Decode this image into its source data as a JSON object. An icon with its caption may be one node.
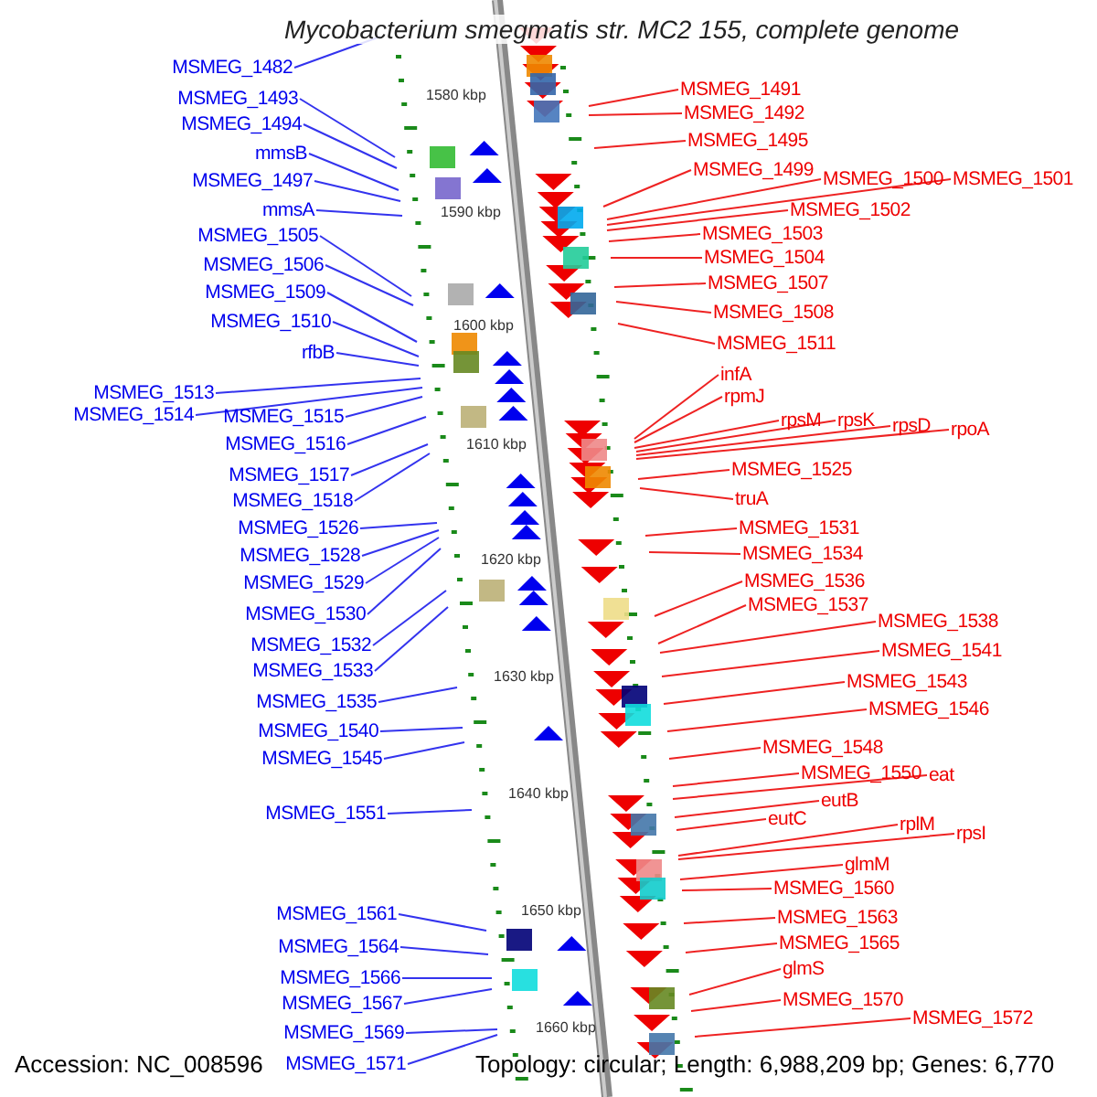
{
  "diagram": {
    "title": "Mycobacterium smegmatis str. MC2 155, complete genome",
    "nodes": [
      {
        "text": [
          "MSMEG_1482"
        ]
      },
      {
        "text": [
          "MSMEG_1493"
        ]
      },
      {
        "text": [
          "MSMEG_1494"
        ]
      },
      {
        "text": [
          "mmsB"
        ]
      },
      {
        "text": [
          "MSMEG_1497"
        ]
      },
      {
        "text": [
          "mmsA"
        ]
      },
      {
        "text": [
          "MSMEG_1505"
        ]
      },
      {
        "text": [
          "MSMEG_1506"
        ]
      },
      {
        "text": [
          "MSMEG_1509"
        ]
      },
      {
        "text": [
          "MSMEG_1510"
        ]
      },
      {
        "text": [
          "rfbB"
        ]
      },
      {
        "text": [
          "MSMEG_1513"
        ]
      },
      {
        "text": [
          "MSMEG_1514"
        ]
      },
      {
        "text": [
          "MSMEG_1515"
        ]
      },
      {
        "text": [
          "MSMEG_1516"
        ]
      },
      {
        "text": [
          "MSMEG_1517"
        ]
      },
      {
        "text": [
          "MSMEG_1518"
        ]
      },
      {
        "text": [
          "MSMEG_1526"
        ]
      },
      {
        "text": [
          "MSMEG_1528"
        ]
      },
      {
        "text": [
          "MSMEG_1529"
        ]
      },
      {
        "text": [
          "MSMEG_1530"
        ]
      },
      {
        "text": [
          "MSMEG_1532"
        ]
      },
      {
        "text": [
          "MSMEG_1533"
        ]
      },
      {
        "text": [
          "MSMEG_1535"
        ]
      },
      {
        "text": [
          "MSMEG_1540"
        ]
      },
      {
        "text": [
          "MSMEG_1545"
        ]
      },
      {
        "text": [
          "MSMEG_1551"
        ]
      },
      {
        "text": [
          "MSMEG_1561"
        ]
      },
      {
        "text": [
          "MSMEG_1564"
        ]
      },
      {
        "text": [
          "MSMEG_1566"
        ]
      },
      {
        "text": [
          "MSMEG_1567"
        ]
      },
      {
        "text": [
          "MSMEG_1569"
        ]
      },
      {
        "text": [
          "MSMEG_1571"
        ]
      },
      {
        "text": [
          "MSMEG_1491"
        ]
      },
      {
        "text": [
          "MSMEG_1492"
        ]
      },
      {
        "text": [
          "MSMEG_1495"
        ]
      },
      {
        "text": [
          "MSMEG_1499"
        ]
      },
      {
        "text": [
          "MSMEG_1500"
        ]
      },
      {
        "text": [
          "MSMEG_1501"
        ]
      },
      {
        "text": [
          "MSMEG_1502"
        ]
      },
      {
        "text": [
          "MSMEG_1503"
        ]
      },
      {
        "text": [
          "MSMEG_1504"
        ]
      },
      {
        "text": [
          "MSMEG_1507"
        ]
      },
      {
        "text": [
          "MSMEG_1508"
        ]
      },
      {
        "text": [
          "MSMEG_1511"
        ]
      },
      {
        "text": [
          "infA"
        ]
      },
      {
        "text": [
          "rpmJ"
        ]
      },
      {
        "text": [
          "rpsM"
        ]
      },
      {
        "text": [
          "rpsK"
        ]
      },
      {
        "text": [
          "rpsD"
        ]
      },
      {
        "text": [
          "rpoA"
        ]
      },
      {
        "text": [
          "MSMEG_1525"
        ]
      },
      {
        "text": [
          "truA"
        ]
      },
      {
        "text": [
          "MSMEG_1531"
        ]
      },
      {
        "text": [
          "MSMEG_1534"
        ]
      },
      {
        "text": [
          "MSMEG_1536"
        ]
      },
      {
        "text": [
          "MSMEG_1537"
        ]
      },
      {
        "text": [
          "MSMEG_1538"
        ]
      },
      {
        "text": [
          "MSMEG_1541"
        ]
      },
      {
        "text": [
          "MSMEG_1543"
        ]
      },
      {
        "text": [
          "MSMEG_1546"
        ]
      },
      {
        "text": [
          "MSMEG_1548"
        ]
      },
      {
        "text": [
          "MSMEG_1550"
        ]
      },
      {
        "text": [
          "eat"
        ]
      },
      {
        "text": [
          "eutB"
        ]
      },
      {
        "text": [
          "eutC"
        ]
      },
      {
        "text": [
          "rplM"
        ]
      },
      {
        "text": [
          "rpsI"
        ]
      },
      {
        "text": [
          "glmM"
        ]
      },
      {
        "text": [
          "MSMEG_1560"
        ]
      },
      {
        "text": [
          "MSMEG_1563"
        ]
      },
      {
        "text": [
          "MSMEG_1565"
        ]
      },
      {
        "text": [
          "glmS"
        ]
      },
      {
        "text": [
          "MSMEG_1570"
        ]
      },
      {
        "text": [
          "MSMEG_1572"
        ]
      }
    ],
    "edges": [
      {
        "from": 0,
        "to": null,
        "arrow": "none",
        "color": "#3333ee"
      },
      {
        "from": 1,
        "to": null,
        "arrow": "none",
        "color": "#3333ee"
      },
      {
        "from": 2,
        "to": null,
        "arrow": "none",
        "color": "#3333ee"
      },
      {
        "from": 3,
        "to": null,
        "arrow": "none",
        "color": "#3333ee"
      },
      {
        "from": 4,
        "to": null,
        "arrow": "none",
        "color": "#3333ee"
      },
      {
        "from": 5,
        "to": null,
        "arrow": "none",
        "color": "#3333ee"
      },
      {
        "from": 6,
        "to": null,
        "arrow": "none",
        "color": "#3333ee"
      },
      {
        "from": 7,
        "to": null,
        "arrow": "none",
        "color": "#3333ee"
      },
      {
        "from": 8,
        "to": null,
        "arrow": "none",
        "color": "#3333ee"
      },
      {
        "from": 9,
        "to": null,
        "arrow": "none",
        "color": "#3333ee"
      },
      {
        "from": 10,
        "to": null,
        "arrow": "none",
        "color": "#3333ee"
      },
      {
        "from": 11,
        "to": null,
        "arrow": "none",
        "color": "#3333ee"
      },
      {
        "from": 12,
        "to": null,
        "arrow": "none",
        "color": "#3333ee"
      },
      {
        "from": 13,
        "to": null,
        "arrow": "none",
        "color": "#3333ee"
      },
      {
        "from": 14,
        "to": null,
        "arrow": "none",
        "color": "#3333ee"
      },
      {
        "from": 15,
        "to": null,
        "arrow": "none",
        "color": "#3333ee"
      },
      {
        "from": 16,
        "to": null,
        "arrow": "none",
        "color": "#3333ee"
      },
      {
        "from": 17,
        "to": null,
        "arrow": "none",
        "color": "#3333ee"
      },
      {
        "from": 18,
        "to": null,
        "arrow": "none",
        "color": "#3333ee"
      },
      {
        "from": 19,
        "to": null,
        "arrow": "none",
        "color": "#3333ee"
      },
      {
        "from": 20,
        "to": null,
        "arrow": "none",
        "color": "#3333ee"
      },
      {
        "from": 21,
        "to": null,
        "arrow": "none",
        "color": "#3333ee"
      },
      {
        "from": 22,
        "to": null,
        "arrow": "none",
        "color": "#3333ee"
      },
      {
        "from": 23,
        "to": null,
        "arrow": "none",
        "color": "#3333ee"
      },
      {
        "from": 24,
        "to": null,
        "arrow": "none",
        "color": "#3333ee"
      },
      {
        "from": 25,
        "to": null,
        "arrow": "none",
        "color": "#3333ee"
      },
      {
        "from": 26,
        "to": null,
        "arrow": "none",
        "color": "#3333ee"
      },
      {
        "from": 27,
        "to": null,
        "arrow": "none",
        "color": "#3333ee"
      },
      {
        "from": 28,
        "to": null,
        "arrow": "none",
        "color": "#3333ee"
      },
      {
        "from": 29,
        "to": null,
        "arrow": "none",
        "color": "#3333ee"
      },
      {
        "from": 30,
        "to": null,
        "arrow": "none",
        "color": "#3333ee"
      },
      {
        "from": 31,
        "to": null,
        "arrow": "none",
        "color": "#3333ee"
      },
      {
        "from": 32,
        "to": null,
        "arrow": "none",
        "color": "#3333ee"
      },
      {
        "from": 33,
        "to": null,
        "arrow": "none"
      },
      {
        "from": 34,
        "to": null,
        "arrow": "none"
      },
      {
        "from": 35,
        "to": null,
        "arrow": "none"
      },
      {
        "from": 36,
        "to": null,
        "arrow": "none"
      },
      {
        "from": 37,
        "to": null,
        "arrow": "none"
      },
      {
        "from": 38,
        "to": null,
        "arrow": "none"
      },
      {
        "from": 39,
        "to": null,
        "arrow": "none"
      },
      {
        "from": 40,
        "to": null,
        "arrow": "none"
      },
      {
        "from": 41,
        "to": null,
        "arrow": "none"
      },
      {
        "from": 42,
        "to": null,
        "arrow": "none"
      },
      {
        "from": 43,
        "to": null,
        "arrow": "none"
      },
      {
        "from": 44,
        "to": null,
        "arrow": "none"
      },
      {
        "from": 45,
        "to": null,
        "arrow": "none"
      },
      {
        "from": 46,
        "to": null,
        "arrow": "none"
      },
      {
        "from": 47,
        "to": null,
        "arrow": "none"
      },
      {
        "from": 48,
        "to": null,
        "arrow": "none"
      },
      {
        "from": 49,
        "to": null,
        "arrow": "none"
      },
      {
        "from": 50,
        "to": null,
        "arrow": "none"
      },
      {
        "from": 51,
        "to": null,
        "arrow": "none"
      },
      {
        "from": 52,
        "to": null,
        "arrow": "none"
      },
      {
        "from": 53,
        "to": null,
        "arrow": "none"
      },
      {
        "from": 54,
        "to": null,
        "arrow": "none"
      },
      {
        "from": 55,
        "to": null,
        "arrow": "none"
      },
      {
        "from": 56,
        "to": null,
        "arrow": "none"
      },
      {
        "from": 57,
        "to": null,
        "arrow": "none"
      },
      {
        "from": 58,
        "to": null,
        "arrow": "none"
      },
      {
        "from": 59,
        "to": null,
        "arrow": "none"
      },
      {
        "from": 60,
        "to": null,
        "arrow": "none"
      },
      {
        "from": 61,
        "to": null,
        "arrow": "none"
      },
      {
        "from": 62,
        "to": null,
        "arrow": "none"
      },
      {
        "from": 63,
        "to": null,
        "arrow": "none"
      },
      {
        "from": 64,
        "to": null,
        "arrow": "none"
      },
      {
        "from": 65,
        "to": null,
        "arrow": "none"
      },
      {
        "from": 66,
        "to": null,
        "arrow": "none"
      },
      {
        "from": 67,
        "to": null,
        "arrow": "none"
      },
      {
        "from": 68,
        "to": null,
        "arrow": "none"
      },
      {
        "from": 69,
        "to": null,
        "arrow": "none"
      },
      {
        "from": 70,
        "to": null,
        "arrow": "none"
      },
      {
        "from": 71,
        "to": null,
        "arrow": "none"
      },
      {
        "from": 72,
        "to": null,
        "arrow": "none"
      },
      {
        "from": 73,
        "to": null,
        "arrow": "none"
      },
      {
        "from": 74,
        "to": null,
        "arrow": "none"
      }
    ],
    "labels": [
      "1580 kbp",
      "1590 kbp",
      "1600 kbp",
      "1610 kbp",
      "1620 kbp",
      "1630 kbp",
      "1640 kbp",
      "1650 kbp",
      "1660 kbp",
      "Accession: NC_008596",
      "Topology: circular; Length: 6,988,209 bp; Genes: 6,770"
    ]
  }
}
